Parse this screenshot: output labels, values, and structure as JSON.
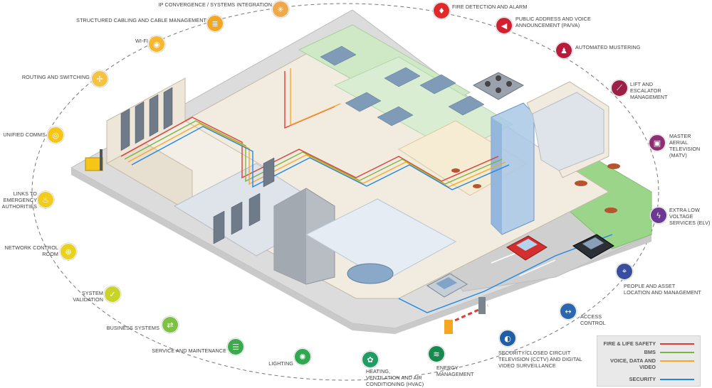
{
  "services": [
    {
      "id": "ip",
      "label": "IP CONVERGENCE / SYSTEMS INTEGRATION",
      "color": "#f0a94a",
      "icon": "network-hub-icon"
    },
    {
      "id": "cabling",
      "label": "STRUCTURED CABLING AND CABLE MANAGEMENT",
      "color": "#f5a623",
      "icon": "cable-icon"
    },
    {
      "id": "wifi",
      "label": "WI-FI",
      "color": "#f7b731",
      "icon": "wifi-icon"
    },
    {
      "id": "routing",
      "label": "ROUTING AND SWITCHING",
      "color": "#f5c242",
      "icon": "router-icon"
    },
    {
      "id": "comms",
      "label": "UNIFIED COMMS",
      "color": "#f5c518",
      "icon": "comms-icon"
    },
    {
      "id": "links",
      "label": "LINKS TO EMERGENCY AUTHORITIES",
      "color": "#f1cc1f",
      "icon": "emergency-icon"
    },
    {
      "id": "ncr",
      "label": "NETWORK CONTROL ROOM",
      "color": "#e8d21e",
      "icon": "crosshair-icon"
    },
    {
      "id": "validation",
      "label": "SYSTEM VALIDATION",
      "color": "#c8d42a",
      "icon": "check-icon"
    },
    {
      "id": "business",
      "label": "BUSINESS SYSTEMS",
      "color": "#7dc242",
      "icon": "handshake-icon"
    },
    {
      "id": "service",
      "label": "SERVICE AND MAINTENANCE",
      "color": "#3aaa4a",
      "icon": "checklist-icon"
    },
    {
      "id": "lighting",
      "label": "LIGHTING",
      "color": "#2fa84f",
      "icon": "lightbulb-icon"
    },
    {
      "id": "hvac",
      "label": "HEATING, VENTILATION AND AIR CONDITIONING (HVAC)",
      "color": "#1f9d62",
      "icon": "fan-icon"
    },
    {
      "id": "energy",
      "label": "ENERGY MANAGEMENT",
      "color": "#178a4e",
      "icon": "energy-icon"
    },
    {
      "id": "fire",
      "label": "FIRE DETECTION AND ALARM",
      "color": "#e02a2a",
      "icon": "flame-icon"
    },
    {
      "id": "pa",
      "label": "PUBLIC ADDRESS AND VOICE ANNOUNCEMENT (PA/VA)",
      "color": "#d32030",
      "icon": "speaker-icon"
    },
    {
      "id": "muster",
      "label": "AUTOMATED MUSTERING",
      "color": "#b71c3a",
      "icon": "people-icon"
    },
    {
      "id": "lift",
      "label": "LIFT AND ESCALATOR MANAGEMENT",
      "color": "#9c1f47",
      "icon": "escalator-icon"
    },
    {
      "id": "matv",
      "label": "MASTER AERIAL TELEVISION (MATV)",
      "color": "#8e2f74",
      "icon": "tv-icon"
    },
    {
      "id": "elv",
      "label": "EXTRA LOW VOLTAGE SERVICES (ELV)",
      "color": "#6d3a93",
      "icon": "elv-icon"
    },
    {
      "id": "location",
      "label": "PEOPLE AND ASSET LOCATION AND MANAGEMENT",
      "color": "#3a4ea0",
      "icon": "location-icon"
    },
    {
      "id": "access",
      "label": "ACCESS CONTROL",
      "color": "#2b67b1",
      "icon": "access-icon"
    },
    {
      "id": "cctv",
      "label": "SECURITY/CLOSED CIRCUIT TELEVISION (CCTV) AND DIGITAL VIDEO SURVEILLANCE",
      "color": "#1f5fa8",
      "icon": "camera-icon"
    }
  ],
  "legend": [
    {
      "label": "FIRE & LIFE SAFETY",
      "color": "#e53935"
    },
    {
      "label": "BMS",
      "color": "#7cb342"
    },
    {
      "label": "VOICE, DATA AND VIDEO",
      "color": "#f9a825"
    },
    {
      "label": "SECURITY",
      "color": "#1e88e5"
    }
  ]
}
